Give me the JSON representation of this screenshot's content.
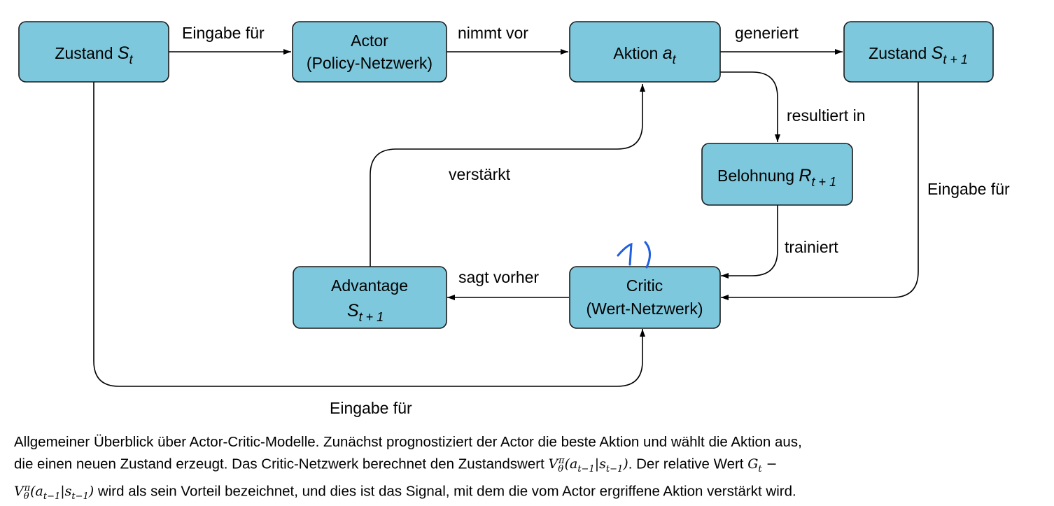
{
  "nodes": {
    "state_t": {
      "label": "Zustand ",
      "var": "S",
      "sub": "t"
    },
    "actor": {
      "line1": "Actor",
      "line2": "(Policy-Netzwerk)"
    },
    "action": {
      "label": "Aktion ",
      "var": "a",
      "sub": "t"
    },
    "state_t1": {
      "label": "Zustand ",
      "var": "S",
      "sub": "t + 1"
    },
    "reward": {
      "label": "Belohnung ",
      "var": "R",
      "sub": "t + 1"
    },
    "critic": {
      "line1": "Critic",
      "line2": "(Wert-Netzwerk)"
    },
    "advantage": {
      "line1": "Advantage",
      "var": "S",
      "sub": "t + 1"
    }
  },
  "edges": {
    "state_to_actor": "Eingabe für",
    "actor_to_action": "nimmt vor",
    "action_to_state": "generiert",
    "action_to_reward": "resultiert in",
    "reward_to_critic": "trainiert",
    "state1_to_critic": "Eingabe für",
    "critic_to_advantage": "sagt vorher",
    "advantage_to_action": "verstärkt",
    "state_to_critic": "Eingabe für"
  },
  "annotation": {
    "handwritten": "1)",
    "color": "#1f5fe0"
  },
  "colors": {
    "node_fill": "#7ec8dd",
    "node_stroke": "#1a1a1a"
  },
  "caption": {
    "line1": "Allgemeiner Überblick über Actor-Critic-Modelle. Zunächst prognostiziert der Actor die beste Aktion und wählt die Aktion aus,",
    "line2_text": "die einen neuen Zustand erzeugt. Das Critic-Netzwerk berechnet den Zustandswert ",
    "formula_value": "Vθπ(at−1|st−1)",
    "line2_after": ". Der relative Wert ",
    "formula_gt": "Gt −",
    "line3_formula": "Vθπ(at−1|st−1)",
    "line3_text": " wird als sein Vorteil bezeichnet, und dies ist das Signal, mit dem die vom Actor ergriffene Aktion verstärkt wird."
  }
}
